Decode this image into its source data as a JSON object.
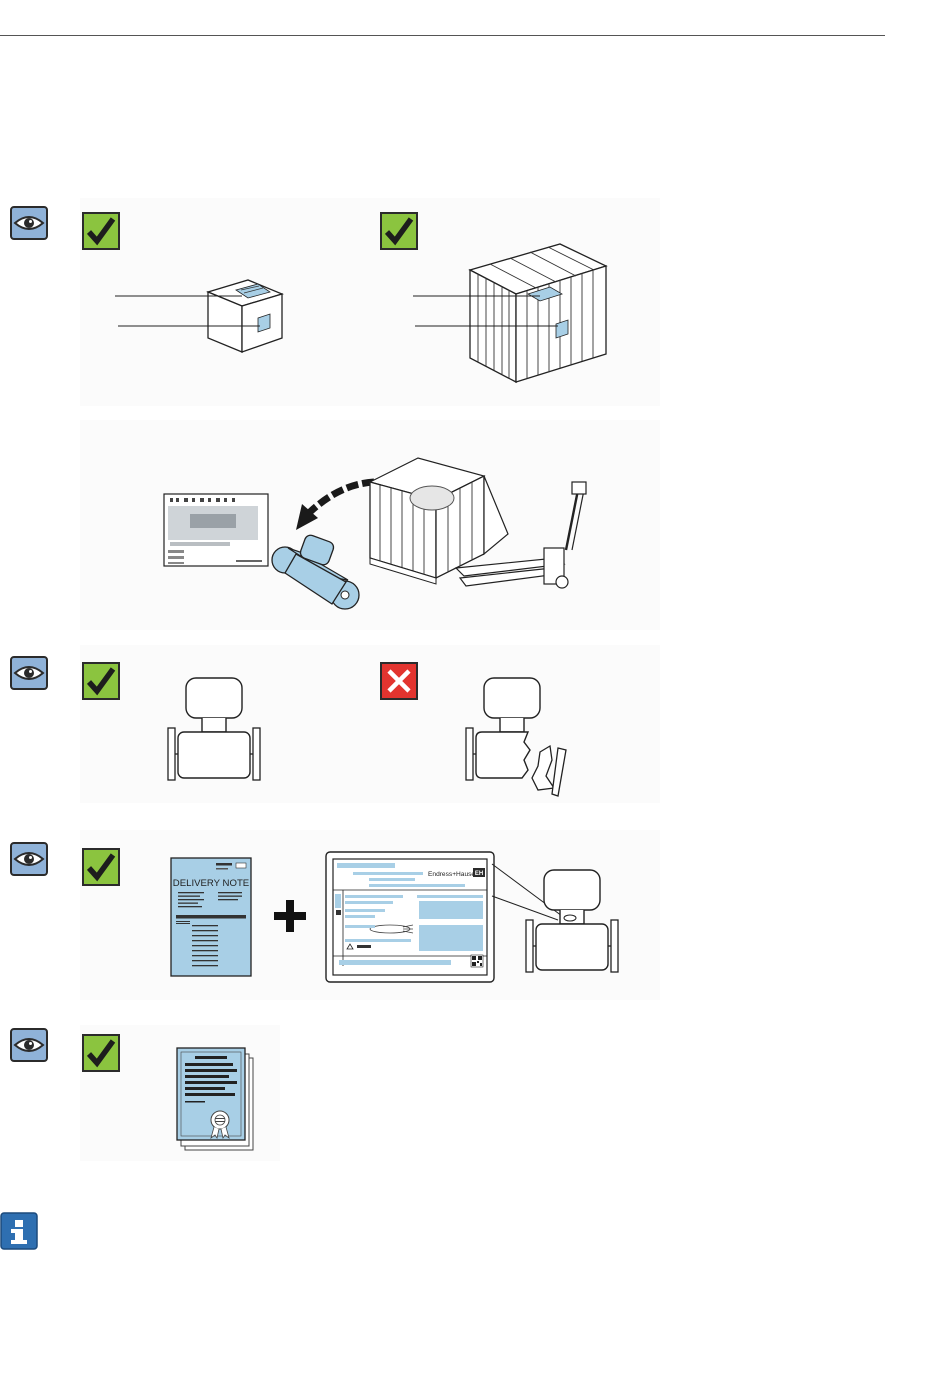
{
  "colors": {
    "eye_icon_bg": "#8fb2d8",
    "check_green": "#8bc43f",
    "cross_red": "#e2342f",
    "info_blue": "#2e6fb1",
    "label_blue": "#a8cfe6"
  },
  "rows": [
    {
      "id": "packaging",
      "icons": [
        "eye-icon",
        "check-icon",
        "check-icon"
      ]
    },
    {
      "id": "unpacking",
      "icons": []
    },
    {
      "id": "device-condition",
      "icons": [
        "eye-icon",
        "check-icon",
        "cross-icon"
      ]
    },
    {
      "id": "delivery-note",
      "icons": [
        "eye-icon",
        "check-icon"
      ]
    },
    {
      "id": "documents",
      "icons": [
        "eye-icon",
        "check-icon"
      ]
    },
    {
      "id": "info",
      "icons": [
        "info-icon"
      ]
    }
  ],
  "delivery_note": {
    "title": "DELIVERY NOTE"
  },
  "nameplate": {
    "brand": "Endress+Hauser",
    "logo": "EH"
  },
  "plus_sign": "+"
}
